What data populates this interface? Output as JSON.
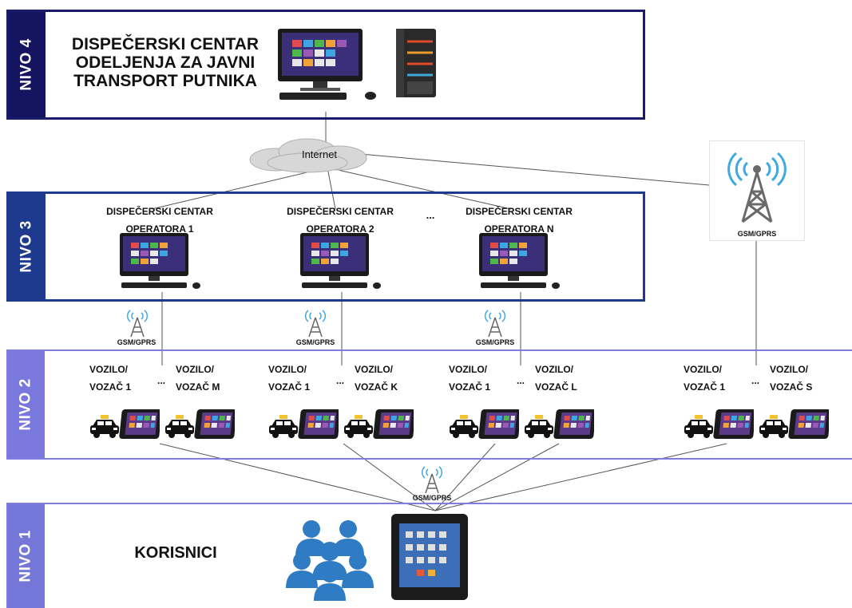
{
  "levels": {
    "l4": "NIVO 4",
    "l3": "NIVO 3",
    "l2": "NIVO 2",
    "l1": "NIVO 1"
  },
  "central": {
    "line1": "DISPEČERSKI CENTAR",
    "line2": "ODELJENJA ZA JAVNI",
    "line3": "TRANSPORT PUTNIKA"
  },
  "internet": "Internet",
  "gsm": "GSM/GPRS",
  "dots": "...",
  "operators": [
    {
      "line1": "DISPEČERSKI CENTAR",
      "line2": "OPERATORA 1"
    },
    {
      "line1": "DISPEČERSKI CENTAR",
      "line2": "OPERATORA 2"
    },
    {
      "line1": "DISPEČERSKI CENTAR",
      "line2": "OPERATORA N"
    }
  ],
  "vehicles": [
    {
      "a1": "VOZILO/",
      "a2": "VOZAČ 1",
      "b1": "VOZILO/",
      "b2": "VOZAČ M"
    },
    {
      "a1": "VOZILO/",
      "a2": "VOZAČ 1",
      "b1": "VOZILO/",
      "b2": "VOZAČ K"
    },
    {
      "a1": "VOZILO/",
      "a2": "VOZAČ 1",
      "b1": "VOZILO/",
      "b2": "VOZAČ L"
    },
    {
      "a1": "VOZILO/",
      "a2": "VOZAČ 1",
      "b1": "VOZILO/",
      "b2": "VOZAČ S"
    }
  ],
  "users": "KORISNICI",
  "icons": [
    "desktop-monitor-icon",
    "server-icon",
    "cloud-icon",
    "cell-tower-icon",
    "taxi-icon",
    "tablet-icon",
    "users-group-icon"
  ],
  "colors": {
    "level4": "#141460",
    "level3": "#1d3a8e",
    "level2": "#7a78dc",
    "level1": "#7476d8"
  }
}
